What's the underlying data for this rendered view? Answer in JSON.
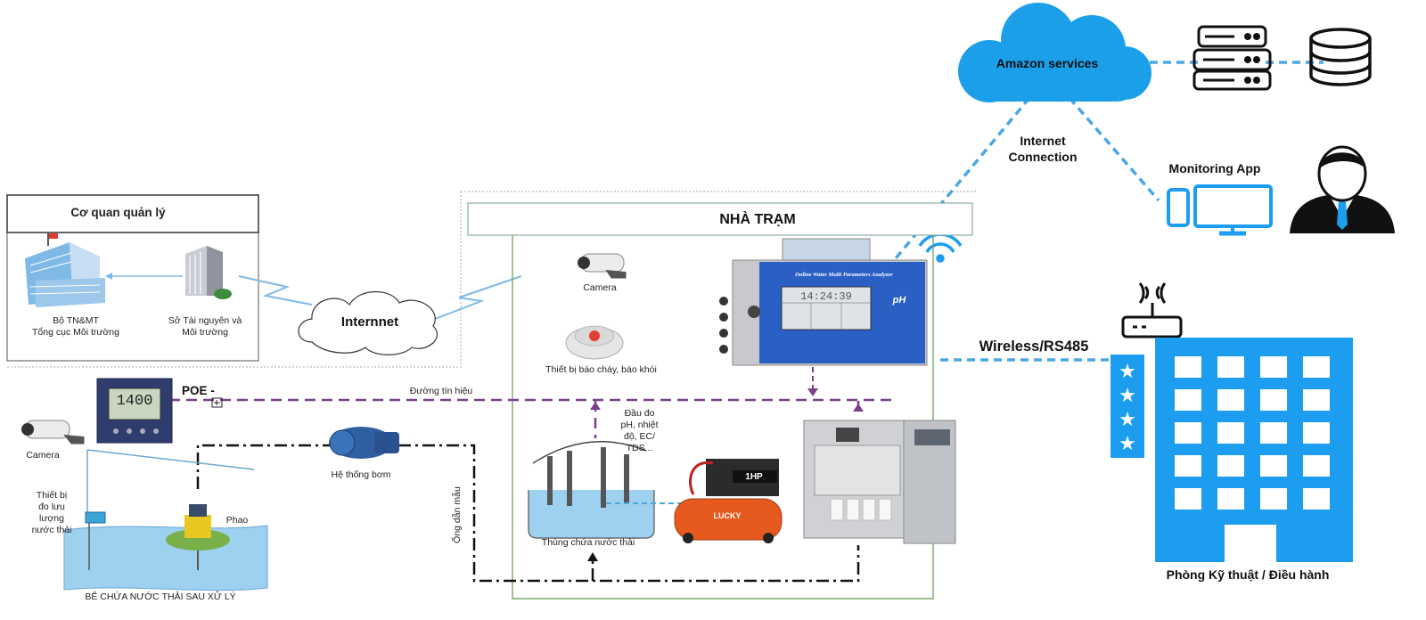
{
  "cloud": {
    "label": "Amazon services"
  },
  "internet_connection": {
    "line1": "Internet",
    "line2": "Connection"
  },
  "monitoring_app": {
    "label": "Monitoring App"
  },
  "wireless": {
    "label": "Wireless/RS485"
  },
  "control_building": {
    "label": "Phòng Kỹ thuật / Điều hành"
  },
  "agency": {
    "title": "Cơ quan quản lý",
    "ministry_line1": "Bộ TN&MT",
    "ministry_line2": "Tổng cục Môi trường",
    "department_line1": "Sở Tài nguyên và",
    "department_line2": "Môi trường"
  },
  "internet_cloud": {
    "label": "Internnet"
  },
  "station": {
    "title": "NHÀ TRẠM"
  },
  "camera_station": {
    "label": "Camera"
  },
  "fire_alarm": {
    "label": "Thiết bị báo cháy, báo khói"
  },
  "analyzer": {
    "header": "Online Water Multi Parameters Analyzer",
    "display_value": "14:24:39",
    "brand": "pH"
  },
  "signal_line": {
    "label": "Đường tín hiệu"
  },
  "poe": {
    "label": "POE -"
  },
  "camera_field": {
    "label": "Camera"
  },
  "flow_meter": {
    "line1": "Thiết bị",
    "line2": "đo lưu",
    "line3": "lượng",
    "line4": "nước thải"
  },
  "pump": {
    "label": "Hệ thống bơm"
  },
  "float": {
    "label": "Phao"
  },
  "sample_pipe": {
    "label": "Ống dẫn mẫu"
  },
  "probe": {
    "line1": "Đầu đo",
    "line2": "pH, nhiệt",
    "line3": "độ, EC/",
    "line4": "TDS..."
  },
  "tank": {
    "label": "Thùng chứa nước thải"
  },
  "reservoir": {
    "label": "BỂ CHỨA NƯỚC THẢI SAU XỬ LÝ"
  },
  "controller": {
    "display": "1400"
  },
  "compressor": {
    "brand": "LUCKY",
    "hp": "1HP"
  },
  "colors": {
    "cloud_blue": "#1a9fe8",
    "building_blue": "#1c9df0",
    "signal_purple": "#7a3f8c",
    "dashed_blue": "#4aa8e0"
  }
}
